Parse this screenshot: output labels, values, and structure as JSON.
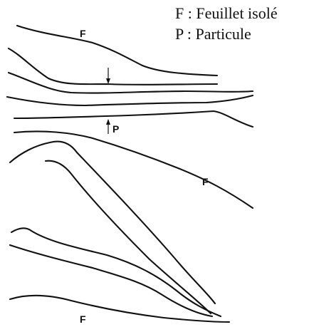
{
  "legend": {
    "line1": "F : Feuillet isolé",
    "line2": "P : Particule"
  },
  "labels": {
    "feuillet_top": "F",
    "particule": "P",
    "feuillet_mid": "F",
    "feuillet_bottom": "F"
  }
}
